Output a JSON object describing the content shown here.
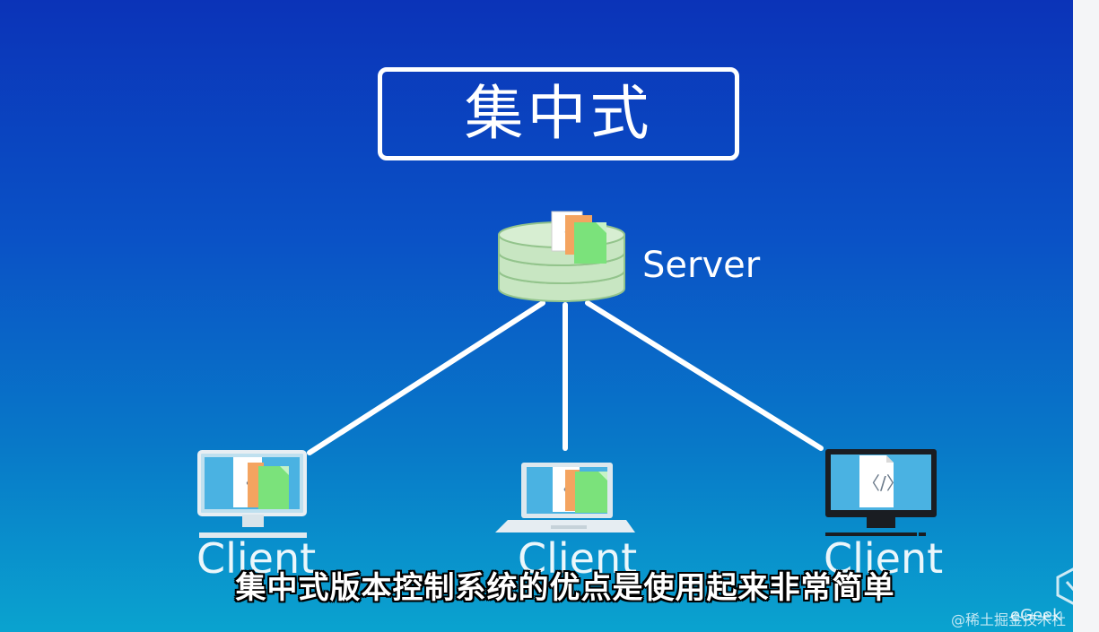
{
  "slide": {
    "title": "集中式",
    "server_label": "Server",
    "clients": [
      {
        "label": "Client",
        "device": "desktop-monitor"
      },
      {
        "label": "Client",
        "device": "laptop"
      },
      {
        "label": "Client",
        "device": "dark-monitor"
      }
    ],
    "subtitle": "集中式版本控制系统的优点是使用起来非常简单",
    "brand_text": "eGeek",
    "watermark": "@稀土掘金技术社区"
  },
  "colors": {
    "background_top": "#0b33b8",
    "background_bottom": "#0aa3cf",
    "connector": "#ffffff",
    "database": "#c8e6c2",
    "file_orange": "#f4a460",
    "file_green": "#7be27b"
  }
}
